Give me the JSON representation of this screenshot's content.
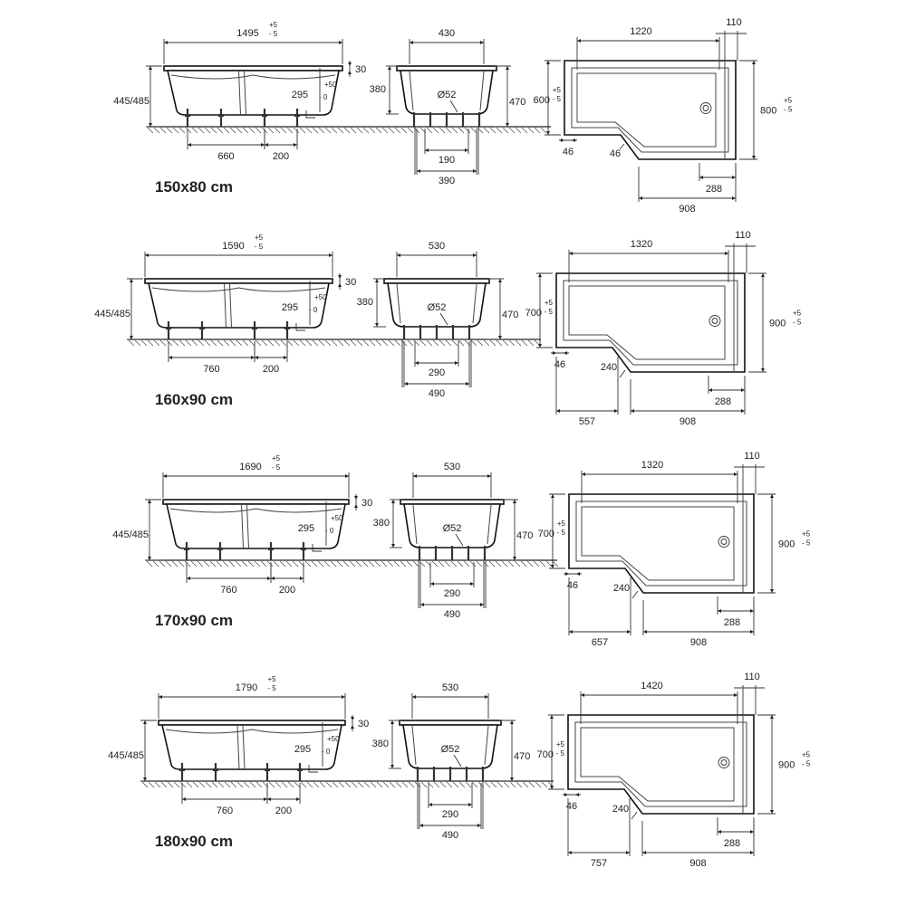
{
  "variants": [
    {
      "size_label": "150x80 cm",
      "side": {
        "length": "1495",
        "tol_plus": "+5",
        "tol_minus": "- 5",
        "rim": "30",
        "height": "445/485",
        "drain": "295",
        "drain_plus": "+50",
        "drain_minus": "- 0",
        "leg_span": "660",
        "leg_offset": "200"
      },
      "end": {
        "width": "430",
        "depth": "380",
        "height": "470",
        "outlet": "Ø52",
        "inner_span": "190",
        "outer_span": "390"
      },
      "top": {
        "length": "1220",
        "width": "800",
        "width_tol_plus": "+5",
        "width_tol_minus": "- 5",
        "narrow": "600",
        "narrow_tol_plus": "+5",
        "narrow_tol_minus": "- 5",
        "rim_end": "110",
        "wall": "46",
        "wall2": "46",
        "drain_offset": "288",
        "wide_length": "908",
        "bevel": "",
        "narrow_length": ""
      }
    },
    {
      "size_label": "160x90 cm",
      "side": {
        "length": "1590",
        "tol_plus": "+5",
        "tol_minus": "- 5",
        "rim": "30",
        "height": "445/485",
        "drain": "295",
        "drain_plus": "+50",
        "drain_minus": "- 0",
        "leg_span": "760",
        "leg_offset": "200"
      },
      "end": {
        "width": "530",
        "depth": "380",
        "height": "470",
        "outlet": "Ø52",
        "inner_span": "290",
        "outer_span": "490"
      },
      "top": {
        "length": "1320",
        "width": "900",
        "width_tol_plus": "+5",
        "width_tol_minus": "- 5",
        "narrow": "700",
        "narrow_tol_plus": "+5",
        "narrow_tol_minus": "- 5",
        "rim_end": "110",
        "wall": "46",
        "wall2": "",
        "drain_offset": "288",
        "wide_length": "908",
        "bevel": "240",
        "narrow_length": "557"
      }
    },
    {
      "size_label": "170x90 cm",
      "side": {
        "length": "1690",
        "tol_plus": "+5",
        "tol_minus": "- 5",
        "rim": "30",
        "height": "445/485",
        "drain": "295",
        "drain_plus": "+50",
        "drain_minus": "- 0",
        "leg_span": "760",
        "leg_offset": "200"
      },
      "end": {
        "width": "530",
        "depth": "380",
        "height": "470",
        "outlet": "Ø52",
        "inner_span": "290",
        "outer_span": "490"
      },
      "top": {
        "length": "1320",
        "width": "900",
        "width_tol_plus": "+5",
        "width_tol_minus": "- 5",
        "narrow": "700",
        "narrow_tol_plus": "+5",
        "narrow_tol_minus": "- 5",
        "rim_end": "110",
        "wall": "46",
        "wall2": "",
        "drain_offset": "288",
        "wide_length": "908",
        "bevel": "240",
        "narrow_length": "657"
      }
    },
    {
      "size_label": "180x90 cm",
      "side": {
        "length": "1790",
        "tol_plus": "+5",
        "tol_minus": "- 5",
        "rim": "30",
        "height": "445/485",
        "drain": "295",
        "drain_plus": "+50",
        "drain_minus": "- 0",
        "leg_span": "760",
        "leg_offset": "200"
      },
      "end": {
        "width": "530",
        "depth": "380",
        "height": "470",
        "outlet": "Ø52",
        "inner_span": "290",
        "outer_span": "490"
      },
      "top": {
        "length": "1420",
        "width": "900",
        "width_tol_plus": "+5",
        "width_tol_minus": "- 5",
        "narrow": "700",
        "narrow_tol_plus": "+5",
        "narrow_tol_minus": "- 5",
        "rim_end": "110",
        "wall": "46",
        "wall2": "",
        "drain_offset": "288",
        "wide_length": "908",
        "bevel": "240",
        "narrow_length": "757"
      }
    }
  ]
}
